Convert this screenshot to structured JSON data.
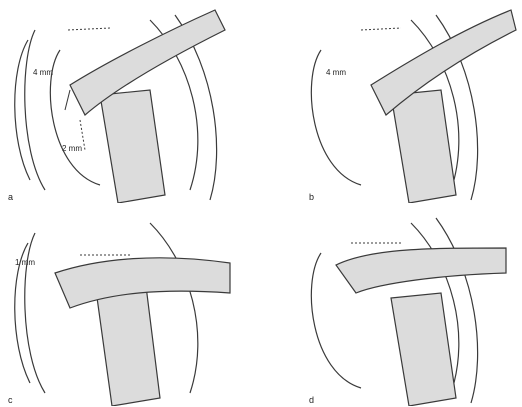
{
  "panels": [
    {
      "label": "a",
      "measures": [
        "4 mm",
        "2 mm"
      ]
    },
    {
      "label": "b",
      "measures": [
        "4 mm"
      ]
    },
    {
      "label": "c",
      "measures": [
        "1 mm"
      ]
    },
    {
      "label": "d",
      "measures": []
    }
  ],
  "colors": {
    "line": "#3a3a3a",
    "fill": "#dcdcdc",
    "background": "#ffffff"
  }
}
